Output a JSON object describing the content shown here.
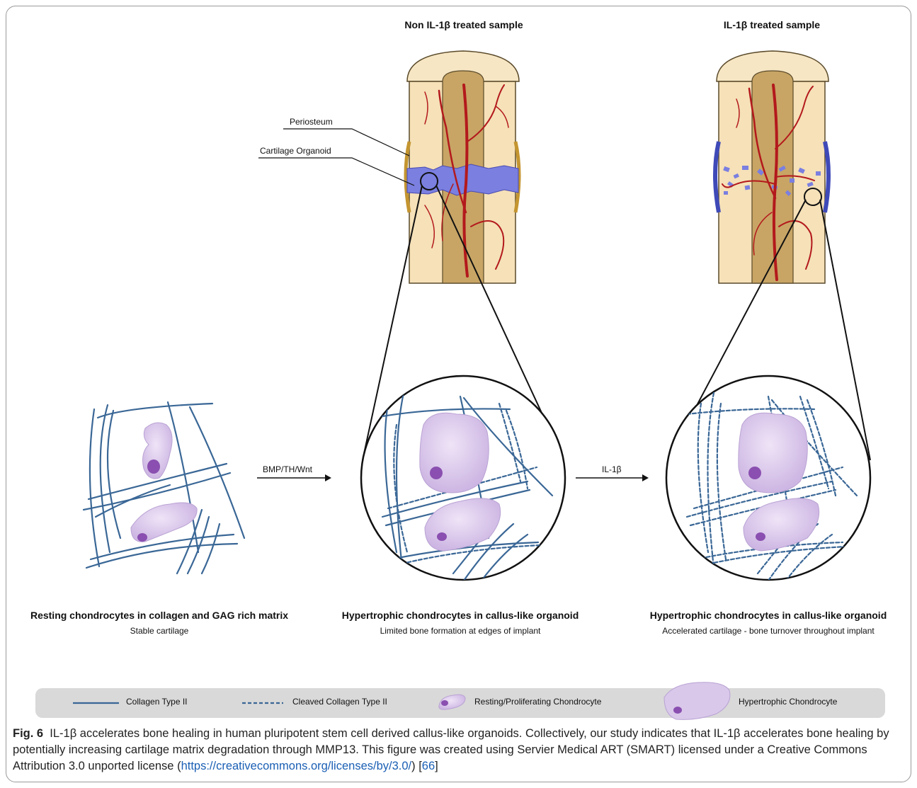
{
  "headers": {
    "left": "Non IL-1β treated sample",
    "right": "IL-1β treated sample"
  },
  "callouts": {
    "periosteum": "Periosteum",
    "cartilage_organoid": "Cartilage Organoid"
  },
  "arrows": {
    "first": "BMP/TH/Wnt",
    "second": "IL-1β"
  },
  "panels": [
    {
      "title": "Resting chondrocytes in collagen and GAG rich matrix",
      "subtitle": "Stable cartilage"
    },
    {
      "title": "Hypertrophic chondrocytes in callus-like organoid",
      "subtitle": "Limited bone formation at edges of implant"
    },
    {
      "title": "Hypertrophic chondrocytes in callus-like organoid",
      "subtitle": "Accelerated cartilage - bone turnover throughout implant"
    }
  ],
  "legend": {
    "collagen": "Collagen Type II",
    "cleaved": "Cleaved Collagen Type II",
    "resting": "Resting/Proliferating Chondrocyte",
    "hypertrophic": "Hypertrophic Chondrocyte"
  },
  "caption": {
    "label": "Fig. 6",
    "text": "IL-1β accelerates bone healing in human pluripotent stem cell derived callus-like organoids. Collectively, our study indicates that IL-1β accelerates bone healing by potentially increasing cartilage matrix degradation through MMP13. This figure was created using Servier Medical ART (SMART) licensed under a Creative Commons Attribution 3.0 unported license (",
    "link": "https://creativecommons.org/licenses/by/3.0/",
    "mid": ") [",
    "ref": "66",
    "end": "]"
  },
  "colors": {
    "collagen": "#3a6796",
    "cell_fill": "#d9c8ea",
    "nucleus": "#8a4fb0",
    "bone": "#f6e1b8",
    "marrow": "#c8a565",
    "cartilage": "#7a7fe0",
    "vessel": "#b3191c"
  }
}
